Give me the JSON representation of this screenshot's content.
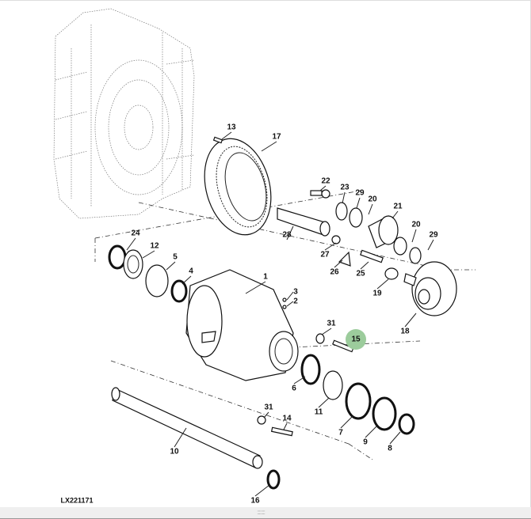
{
  "diagram": {
    "figure_id": "LX221171",
    "callouts": [
      "13",
      "17",
      "22",
      "23",
      "29",
      "20",
      "21",
      "20",
      "29",
      "24",
      "12",
      "5",
      "4",
      "1",
      "3",
      "2",
      "28",
      "27",
      "26",
      "25",
      "19",
      "18",
      "31",
      "15",
      "6",
      "11",
      "7",
      "9",
      "8",
      "31",
      "14",
      "10",
      "16"
    ],
    "highlighted_callout": "15",
    "highlight_color": "#9ccc9c"
  },
  "footer": {
    "resize_handle": "::::::::"
  }
}
